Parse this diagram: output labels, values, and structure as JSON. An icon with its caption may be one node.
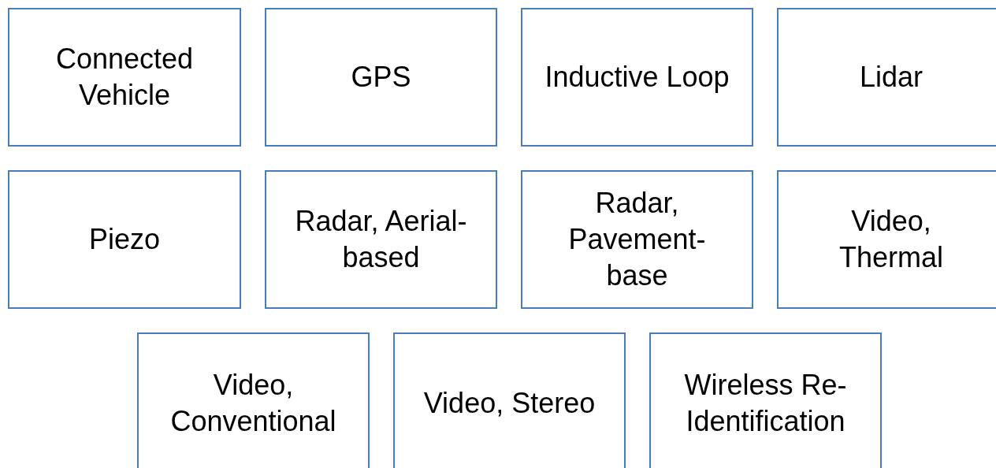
{
  "diagram": {
    "nodes": [
      {
        "text": [
          "Connected Vehicle"
        ]
      },
      {
        "text": [
          "GPS"
        ]
      },
      {
        "text": [
          "Inductive Loop"
        ]
      },
      {
        "text": [
          "Lidar"
        ]
      },
      {
        "text": [
          "Piezo"
        ]
      },
      {
        "text": [
          "Radar, Aerial-based"
        ]
      },
      {
        "text": [
          "Radar, Pavement-base"
        ]
      },
      {
        "text": [
          "Video, Thermal"
        ]
      },
      {
        "text": [
          "Video, Conventional"
        ]
      },
      {
        "text": [
          "Video, Stereo"
        ]
      },
      {
        "text": [
          "Wireless Re-Identification"
        ]
      }
    ]
  }
}
